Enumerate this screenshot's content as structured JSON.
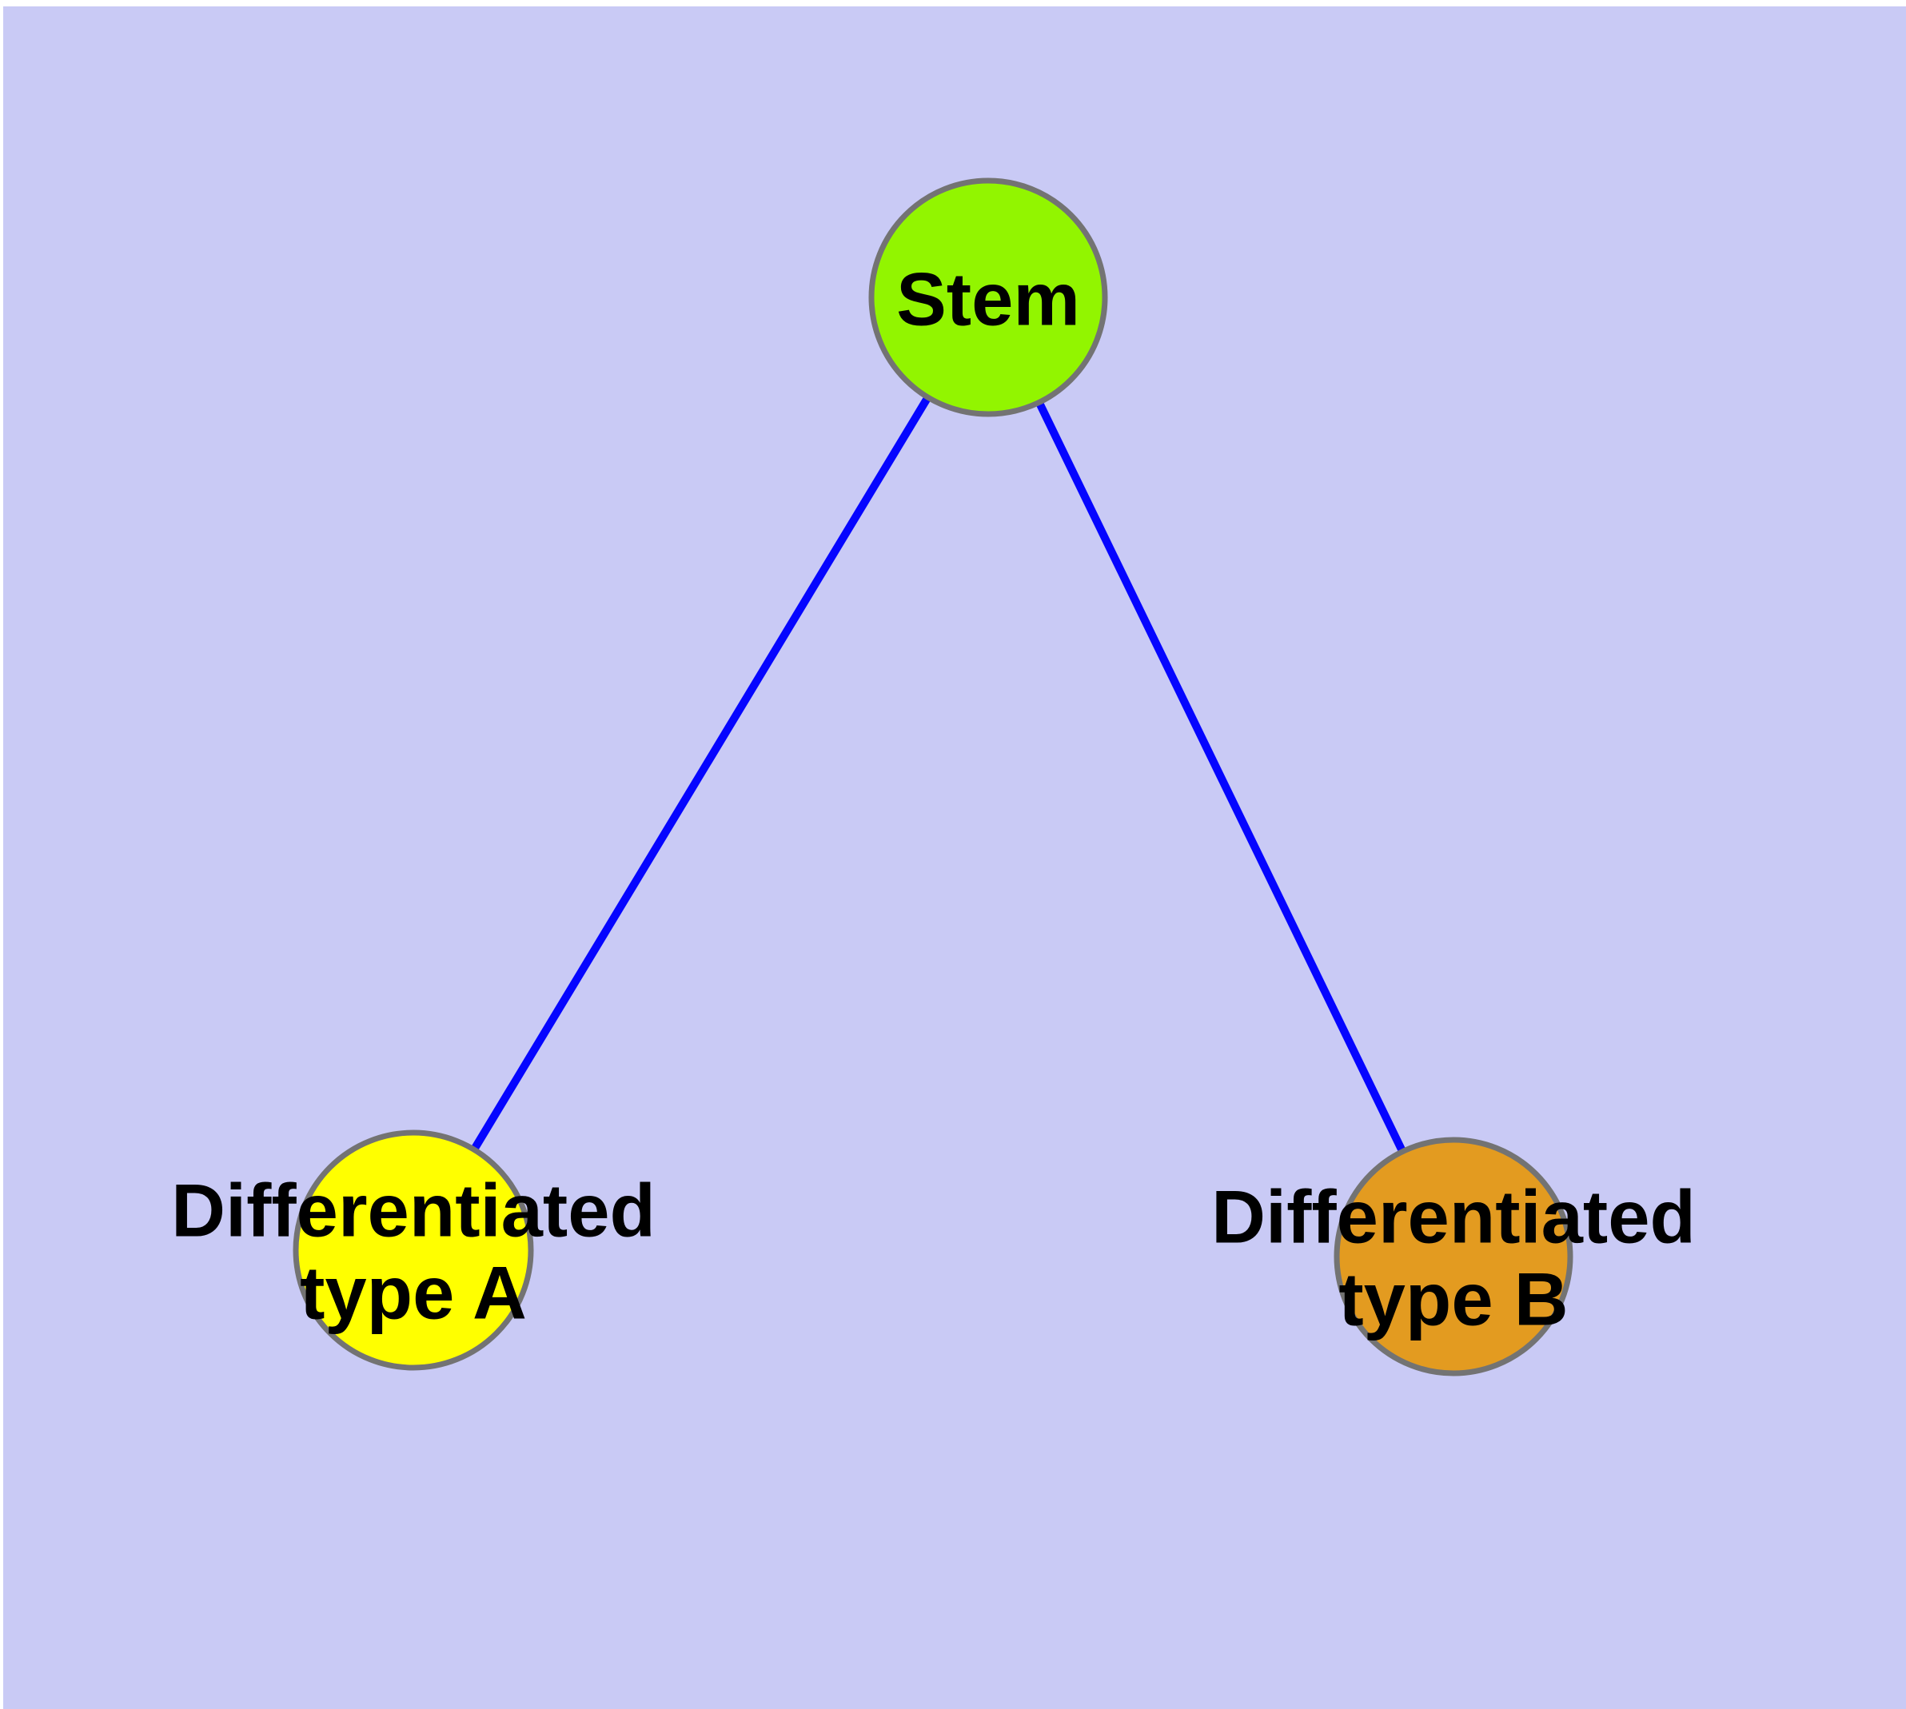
{
  "diagram": {
    "title": "",
    "background_color": "#C9CAF5",
    "page_color": "#FFFFFF",
    "edge_color": "#0505FF",
    "node_border_color": "#737373",
    "label_color": "#000000",
    "nodes": [
      {
        "id": "stem",
        "label": "Stem",
        "fill_color": "#92F500"
      },
      {
        "id": "diff-a",
        "label": "Differentiated\ntype A",
        "fill_color": "#FFFF00"
      },
      {
        "id": "diff-b",
        "label": "Differentiated\ntype B",
        "fill_color": "#E39B20"
      }
    ],
    "edges": [
      {
        "from": "Stem",
        "to": "Differentiated type A"
      },
      {
        "from": "Stem",
        "to": "Differentiated type B"
      }
    ]
  }
}
